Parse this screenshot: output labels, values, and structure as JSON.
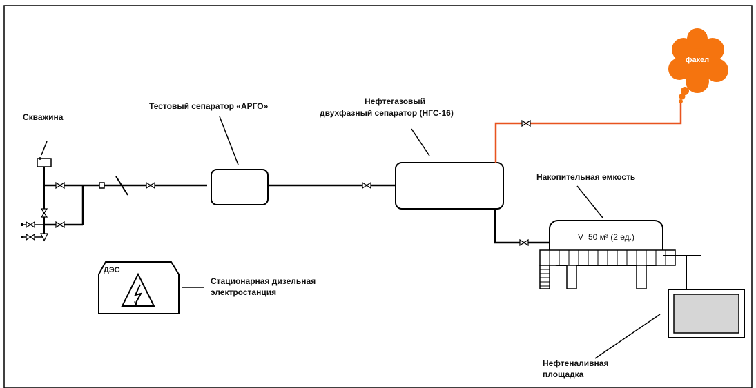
{
  "labels": {
    "well": "Скважина",
    "test_separator": "Тестовый сепаратор «АРГО»",
    "ngs_line1": "Нефтегазовый",
    "ngs_line2": "двухфазный сепаратор (НГС-16)",
    "flare": "факел",
    "storage_tank": "Накопительная емкость",
    "tank_volume": "V=50 м³ (2 ед.)",
    "des_tag": "ДЭС",
    "des_line1": "Стационарная дизельная",
    "des_line2": "электростанция",
    "loading_line1": "Нефтеналивная",
    "loading_line2": "площадка"
  },
  "colors": {
    "pipe": "#000000",
    "gas_line": "#e8531f",
    "flare_cloud": "#f5740f",
    "loading_pad": "#d6d6d6",
    "tank_grid": "#ffffff"
  },
  "icons": [
    "valve-icon",
    "check-valve-icon",
    "flow-meter-icon",
    "high-voltage-icon"
  ]
}
